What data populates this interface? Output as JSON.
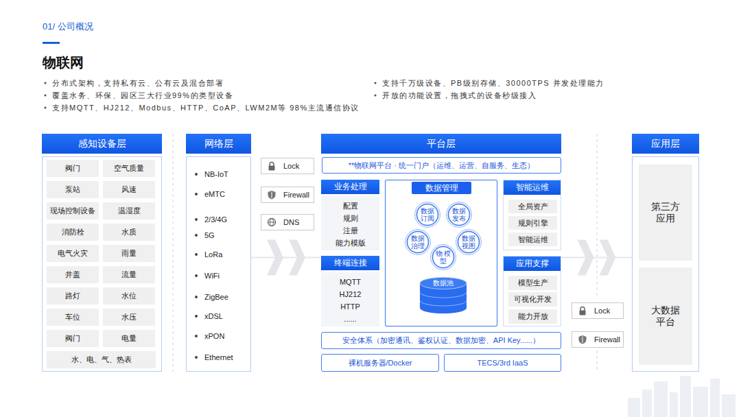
{
  "diagram": {
    "title": "物联网",
    "nodes": [
      {
        "text": [
          "感知设备层"
        ]
      },
      {
        "text": [
          "阀门"
        ],
        "in": 0
      },
      {
        "text": [
          "空气质量"
        ],
        "in": 0
      },
      {
        "text": [
          "泵站"
        ],
        "in": 0
      },
      {
        "text": [
          "风速"
        ],
        "in": 0
      },
      {
        "text": [
          "现场控制设备"
        ],
        "in": 0
      },
      {
        "text": [
          "温湿度"
        ],
        "in": 0
      },
      {
        "text": [
          "消防栓"
        ],
        "in": 0
      },
      {
        "text": [
          "水质"
        ],
        "in": 0
      },
      {
        "text": [
          "电气火灾"
        ],
        "in": 0
      },
      {
        "text": [
          "雨量"
        ],
        "in": 0
      },
      {
        "text": [
          "井盖"
        ],
        "in": 0
      },
      {
        "text": [
          "流量"
        ],
        "in": 0
      },
      {
        "text": [
          "路灯"
        ],
        "in": 0
      },
      {
        "text": [
          "水位"
        ],
        "in": 0
      },
      {
        "text": [
          "车位"
        ],
        "in": 0
      },
      {
        "text": [
          "水压"
        ],
        "in": 0
      },
      {
        "text": [
          "阀门"
        ],
        "in": 0
      },
      {
        "text": [
          "电量"
        ],
        "in": 0
      },
      {
        "text": [
          "水、电、气、热表"
        ],
        "in": 0
      },
      {
        "text": [
          "网络层",
          "NB-IoT",
          "eMTC",
          "2/3/4G",
          "5G",
          "LoRa",
          "WiFi",
          "ZigBee",
          "xDSL",
          "xPON",
          "Ethernet"
        ]
      },
      {
        "text": [
          "Lock"
        ]
      },
      {
        "text": [
          "Firewall"
        ]
      },
      {
        "text": [
          "DNS"
        ]
      },
      {
        "text": [
          "平台层"
        ]
      },
      {
        "text": [
          "**物联网平台 · 统一门户（运维、运营、自服务、生态）"
        ],
        "in": 24
      },
      {
        "text": [
          "业务处理",
          "配置",
          "规则",
          "注册",
          "能力模版"
        ],
        "in": 24
      },
      {
        "text": [
          "数据管理"
        ],
        "in": 24
      },
      {
        "text": [
          "数据 订阅"
        ],
        "in": 27
      },
      {
        "text": [
          "数据 发布"
        ],
        "in": 27
      },
      {
        "text": [
          "数据 治理"
        ],
        "in": 27
      },
      {
        "text": [
          "数据 视图"
        ],
        "in": 27
      },
      {
        "text": [
          "物 模型"
        ],
        "in": 27
      },
      {
        "text": [
          "数据池"
        ],
        "in": 27
      },
      {
        "text": [
          "智能运维"
        ],
        "in": 24
      },
      {
        "text": [
          "全局资产"
        ],
        "in": 34
      },
      {
        "text": [
          "规则引擎"
        ],
        "in": 34
      },
      {
        "text": [
          "智能运维"
        ],
        "in": 34
      },
      {
        "text": [
          "终端连接",
          "MQTT",
          "HJ212",
          "HTTP",
          "......"
        ],
        "in": 24
      },
      {
        "text": [
          "应用支撑"
        ],
        "in": 24
      },
      {
        "text": [
          "模型生产"
        ],
        "in": 39
      },
      {
        "text": [
          "可视化开发"
        ],
        "in": 39
      },
      {
        "text": [
          "能力开放"
        ],
        "in": 39
      },
      {
        "text": [
          "安全体系（加密通讯、鉴权认证、数据加密、API Key......）"
        ],
        "in": 24
      },
      {
        "text": [
          "裸机服务器/Docker"
        ],
        "in": 24
      },
      {
        "text": [
          "TECS/3rd IaaS"
        ],
        "in": 24
      },
      {
        "text": [
          "Lock"
        ]
      },
      {
        "text": [
          "Firewall"
        ]
      },
      {
        "text": [
          "应用层"
        ]
      },
      {
        "text": [
          "第三方 应用"
        ],
        "in": 48
      },
      {
        "text": [
          "大数据 平台"
        ],
        "in": 48
      }
    ],
    "edges": [
      {
        "from": 20,
        "to": 24,
        "arrow": "to"
      },
      {
        "from": 24,
        "to": 48,
        "arrow": "to"
      }
    ],
    "labels": [
      "01/ 公司概况",
      "分布式架构，支持私有云、公有云及混合部署",
      "覆盖水务、环保、园区三大行业99%的类型设备",
      "支持MQTT、HJ212、Modbus、HTTP、CoAP、LWM2M等 98%主流通信协议",
      "支持千万级设备、PB级别存储、30000TPS 并发处理能力",
      "开放的功能设置，拖拽式的设备秒级接入"
    ]
  }
}
